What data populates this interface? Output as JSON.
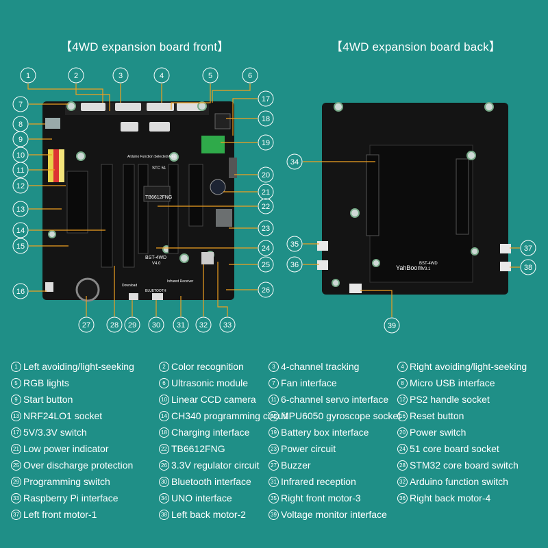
{
  "titles": {
    "front": "【4WD expansion board front】",
    "back": "【4WD expansion board back】"
  },
  "board_labels": {
    "front_model": "TB6612FNG",
    "front_name": "BST-4WD",
    "front_version": "V4.0",
    "back_brand": "YahBoom",
    "back_model": "BST-4WD",
    "back_version": "V3.1",
    "stc": "STC 51",
    "download": "Download",
    "bluetooth": "BLUETOOTH",
    "infrared": "Infrared Receiver",
    "arduino": "Arduino Function Selected Area"
  },
  "legend": [
    {
      "n": "1",
      "text": "Left avoiding/light-seeking"
    },
    {
      "n": "2",
      "text": "Color recognition"
    },
    {
      "n": "3",
      "text": "4-channel tracking"
    },
    {
      "n": "4",
      "text": "Right avoiding/light-seeking"
    },
    {
      "n": "5",
      "text": "RGB lights"
    },
    {
      "n": "6",
      "text": "Ultrasonic module"
    },
    {
      "n": "7",
      "text": "Fan interface"
    },
    {
      "n": "8",
      "text": "Micro USB interface"
    },
    {
      "n": "9",
      "text": "Start button"
    },
    {
      "n": "10",
      "text": "Linear CCD camera"
    },
    {
      "n": "11",
      "text": "6-channel servo interface"
    },
    {
      "n": "12",
      "text": "PS2 handle socket"
    },
    {
      "n": "13",
      "text": "NRF24LO1 socket"
    },
    {
      "n": "14",
      "text": "CH340 programming circuit"
    },
    {
      "n": "15",
      "text": "MPU6050 gyroscope socket"
    },
    {
      "n": "16",
      "text": "Reset button"
    },
    {
      "n": "17",
      "text": "5V/3.3V switch"
    },
    {
      "n": "18",
      "text": "Charging interface"
    },
    {
      "n": "19",
      "text": "Battery box  interface"
    },
    {
      "n": "20",
      "text": "Power switch"
    },
    {
      "n": "21",
      "text": "Low power indicator"
    },
    {
      "n": "22",
      "text": "TB6612FNG"
    },
    {
      "n": "23",
      "text": "Power circuit"
    },
    {
      "n": "24",
      "text": "51 core board socket"
    },
    {
      "n": "25",
      "text": "Over discharge protection"
    },
    {
      "n": "26",
      "text": "3.3V regulator circuit"
    },
    {
      "n": "27",
      "text": "Buzzer"
    },
    {
      "n": "28",
      "text": "STM32 core board switch"
    },
    {
      "n": "29",
      "text": "Programming switch"
    },
    {
      "n": "30",
      "text": "Bluetooth interface"
    },
    {
      "n": "31",
      "text": "Infrared reception"
    },
    {
      "n": "32",
      "text": "Arduino function switch"
    },
    {
      "n": "33",
      "text": "Raspberry Pi interface"
    },
    {
      "n": "34",
      "text": "UNO interface"
    },
    {
      "n": "35",
      "text": "Right front motor-3"
    },
    {
      "n": "36",
      "text": "Right back motor-4"
    },
    {
      "n": "37",
      "text": "Left front motor-1"
    },
    {
      "n": "38",
      "text": "Left back motor-2"
    },
    {
      "n": "39",
      "text": "Voltage monitor interface"
    }
  ],
  "callout_numbers": [
    "1",
    "2",
    "3",
    "4",
    "5",
    "6",
    "7",
    "8",
    "9",
    "10",
    "11",
    "12",
    "13",
    "14",
    "15",
    "16",
    "17",
    "18",
    "19",
    "20",
    "21",
    "22",
    "23",
    "24",
    "25",
    "26",
    "27",
    "28",
    "29",
    "30",
    "31",
    "32",
    "33",
    "34",
    "35",
    "36",
    "37",
    "38",
    "39"
  ],
  "colors": {
    "background": "#1f8f87",
    "board": "#141414",
    "leader_line": "#f0a020",
    "text": "#ffffff"
  }
}
